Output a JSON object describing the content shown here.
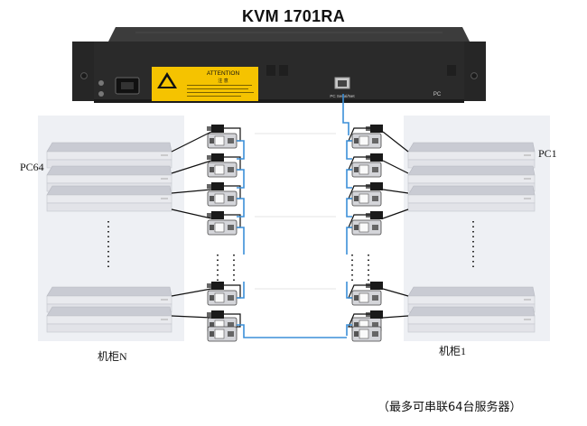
{
  "title": "KVM 1701RA",
  "device": {
    "attention_title": "ATTENTION",
    "attention_sub": "注 意",
    "port_text": "PC Serial/Net",
    "pc_text": "PC"
  },
  "labels": {
    "pc64": "PC64",
    "pc1": "PC1",
    "cabinet_n": "机柜N",
    "cabinet_1": "机柜1",
    "footnote": "（最多可串联64台服务器）"
  },
  "colors": {
    "cable": "#3b8fd8",
    "device_body": "#2a2a2a",
    "warning_label": "#f5c300",
    "cabinet_bg": "#eef0f4",
    "server_top": "#c9cbd3",
    "server_front": "#e9eaee"
  }
}
